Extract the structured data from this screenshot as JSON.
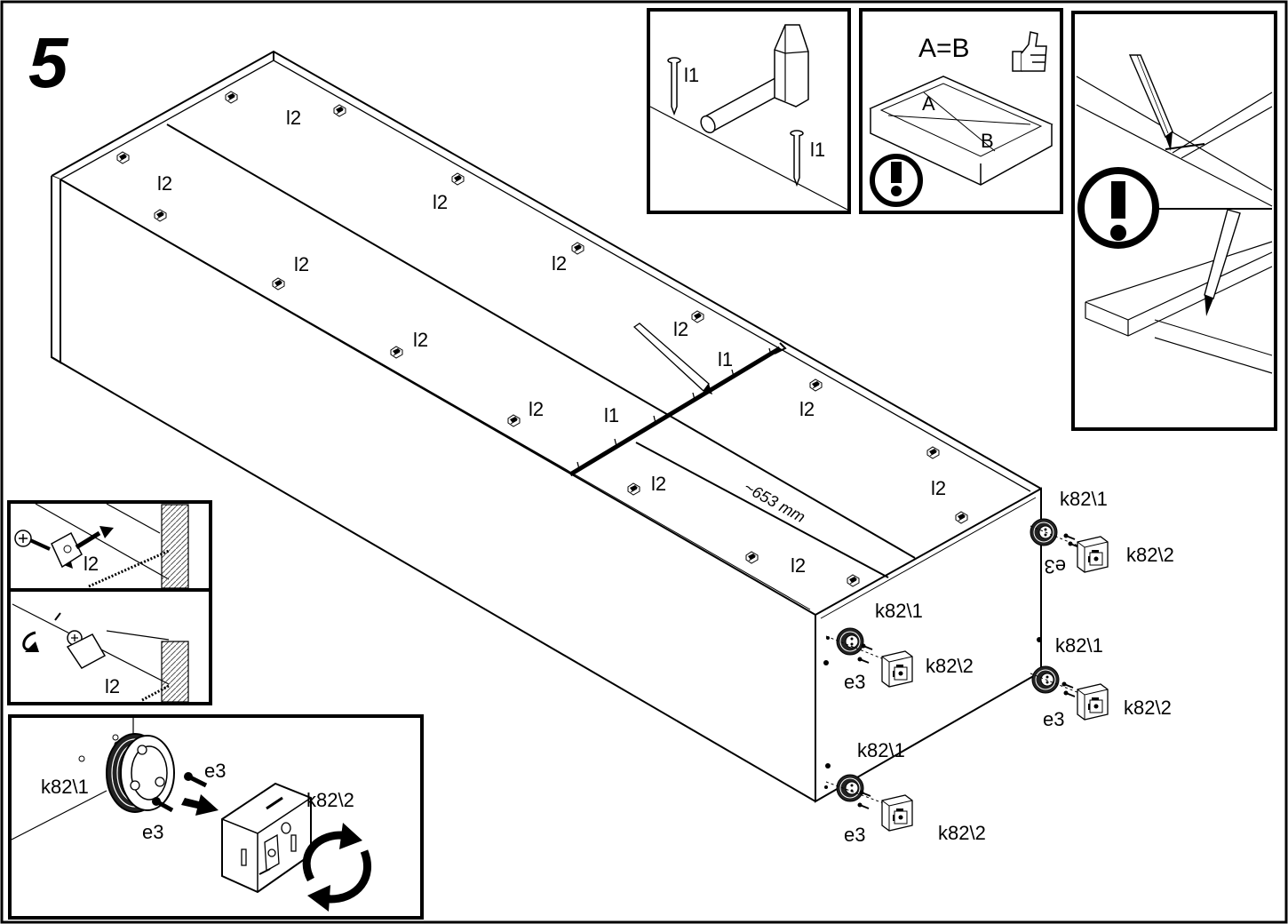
{
  "step_number": "5",
  "labels": {
    "l1": "l1",
    "l2": "l2",
    "k82_1": "k82\\1",
    "k82_2": "k82\\2",
    "e3": "e3",
    "dimension": "~653 mm",
    "equation": "A=B",
    "diag_a": "A",
    "diag_b": "B"
  },
  "icons": {
    "warning": "exclamation-circle-icon",
    "thumbs_up": "thumbs-up-icon",
    "rotate": "rotate-arrows-icon"
  },
  "colors": {
    "line": "#000000",
    "background": "#ffffff",
    "hatch": "#555555"
  }
}
